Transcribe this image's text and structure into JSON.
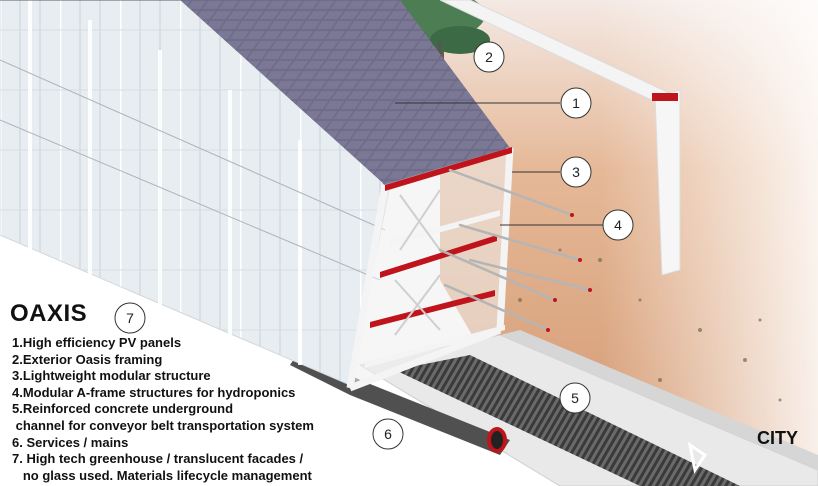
{
  "title": "OAXIS",
  "city_label": "CITY",
  "legend": [
    "1.High efficiency PV panels",
    "2.Exterior Oasis framing",
    "3.Lightweight modular structure",
    "4.Modular A-frame structures for hydroponics",
    "5.Reinforced concrete underground",
    " channel for conveyor belt transportation system",
    "6. Services / mains",
    "7. High tech greenhouse / translucent facades /",
    "   no glass used. Materials lifecycle management"
  ],
  "callouts": [
    {
      "n": "1"
    },
    {
      "n": "2"
    },
    {
      "n": "3"
    },
    {
      "n": "4"
    },
    {
      "n": "5"
    },
    {
      "n": "6"
    },
    {
      "n": "7"
    }
  ],
  "colors": {
    "desert": "#d9a27a",
    "pv_panel": "#6d6a86",
    "structure_red": "#c0141c",
    "frame_white": "#f2f2f2",
    "glass": "#dfe8ee"
  }
}
